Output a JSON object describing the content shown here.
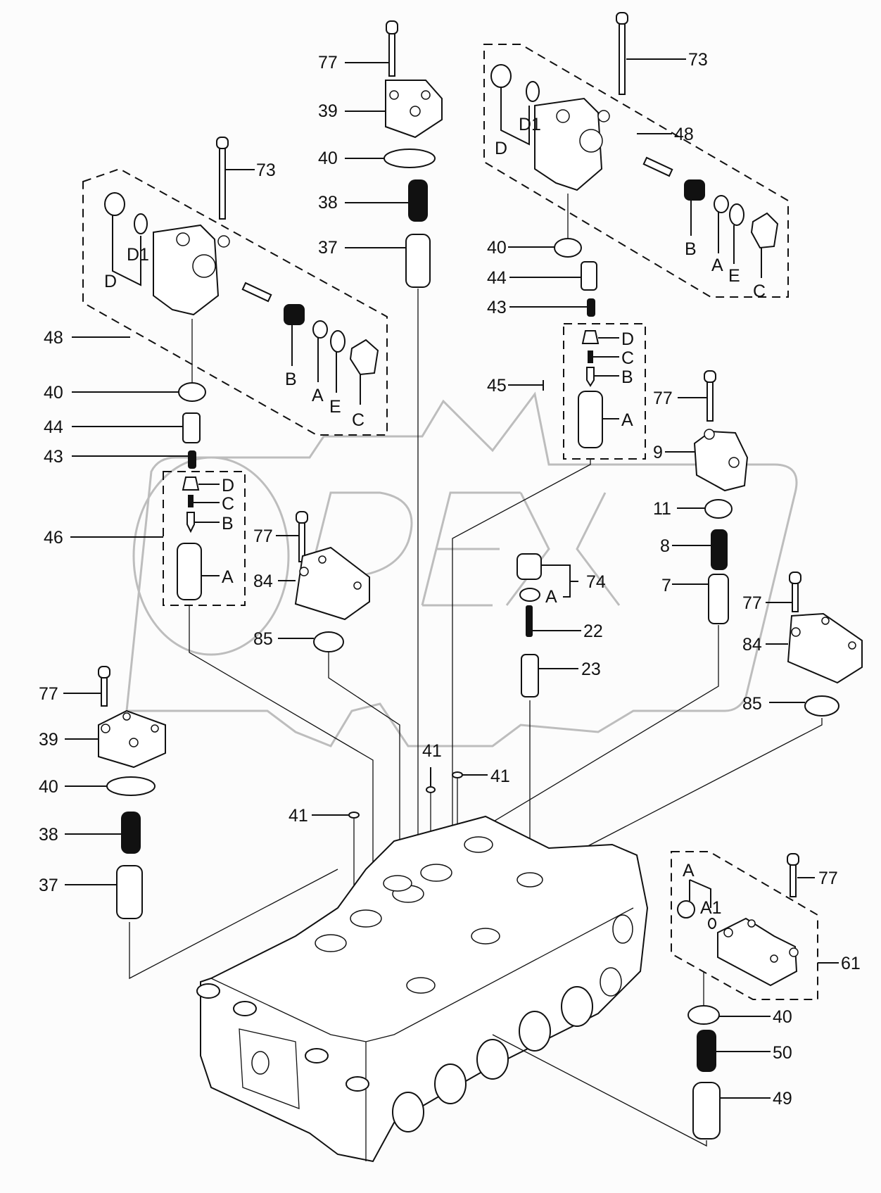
{
  "diagram": {
    "title": "Control valve exploded parts diagram",
    "watermark": "OPEX",
    "callouts": [
      {
        "id": "c77a",
        "text": "77"
      },
      {
        "id": "c39a",
        "text": "39"
      },
      {
        "id": "c40a",
        "text": "40"
      },
      {
        "id": "c38a",
        "text": "38"
      },
      {
        "id": "c37a",
        "text": "37"
      },
      {
        "id": "c73a",
        "text": "73"
      },
      {
        "id": "c48a",
        "text": "48"
      },
      {
        "id": "c40b",
        "text": "40"
      },
      {
        "id": "c44a",
        "text": "44"
      },
      {
        "id": "c43a",
        "text": "43"
      },
      {
        "id": "c45",
        "text": "45"
      },
      {
        "id": "c77b",
        "text": "77"
      },
      {
        "id": "c9",
        "text": "9"
      },
      {
        "id": "c11",
        "text": "11"
      },
      {
        "id": "c8",
        "text": "8"
      },
      {
        "id": "c7",
        "text": "7"
      },
      {
        "id": "c73b",
        "text": "73"
      },
      {
        "id": "c48b",
        "text": "48"
      },
      {
        "id": "c40c",
        "text": "40"
      },
      {
        "id": "c44b",
        "text": "44"
      },
      {
        "id": "c43b",
        "text": "43"
      },
      {
        "id": "c46",
        "text": "46"
      },
      {
        "id": "c77c",
        "text": "77"
      },
      {
        "id": "c84a",
        "text": "84"
      },
      {
        "id": "c85a",
        "text": "85"
      },
      {
        "id": "c74",
        "text": "74"
      },
      {
        "id": "c22",
        "text": "22"
      },
      {
        "id": "c23",
        "text": "23"
      },
      {
        "id": "c77d",
        "text": "77"
      },
      {
        "id": "c84b",
        "text": "84"
      },
      {
        "id": "c85b",
        "text": "85"
      },
      {
        "id": "c77e",
        "text": "77"
      },
      {
        "id": "c39b",
        "text": "39"
      },
      {
        "id": "c40d",
        "text": "40"
      },
      {
        "id": "c38b",
        "text": "38"
      },
      {
        "id": "c37b",
        "text": "37"
      },
      {
        "id": "c41a",
        "text": "41"
      },
      {
        "id": "c41b",
        "text": "41"
      },
      {
        "id": "c41c",
        "text": "41"
      },
      {
        "id": "c77f",
        "text": "77"
      },
      {
        "id": "c61",
        "text": "61"
      },
      {
        "id": "c40e",
        "text": "40"
      },
      {
        "id": "c50",
        "text": "50"
      },
      {
        "id": "c49",
        "text": "49"
      }
    ],
    "sublabels": {
      "left48": [
        "D",
        "D1",
        "B",
        "A",
        "E",
        "C"
      ],
      "right48": [
        "D",
        "D1",
        "B",
        "A",
        "E",
        "C"
      ],
      "set46": [
        "D",
        "C",
        "B",
        "A"
      ],
      "set45": [
        "D",
        "C",
        "B",
        "A"
      ],
      "set74": [
        "A"
      ],
      "set61": [
        "A",
        "A1"
      ]
    }
  }
}
